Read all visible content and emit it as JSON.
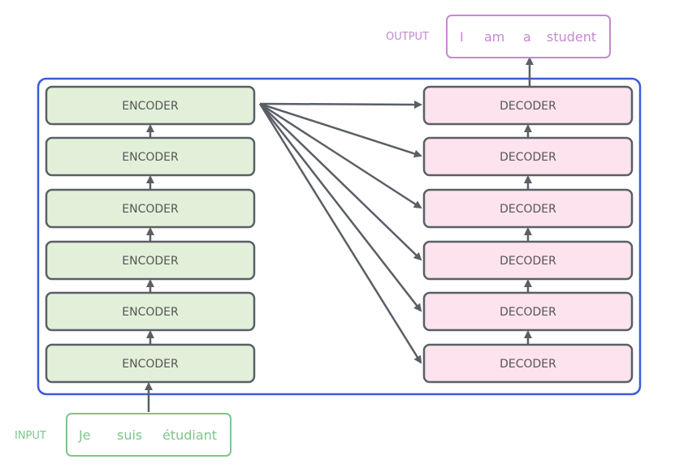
{
  "colors": {
    "frame": "#3b5bdb",
    "encoder_fill": "#e2f0da",
    "decoder_fill": "#fde3ee",
    "block_stroke": "#5a5f66",
    "arrow": "#5a5f66",
    "input": "#7cc68a",
    "output": "#c38ad0"
  },
  "encoders": [
    {
      "label": "ENCODER"
    },
    {
      "label": "ENCODER"
    },
    {
      "label": "ENCODER"
    },
    {
      "label": "ENCODER"
    },
    {
      "label": "ENCODER"
    },
    {
      "label": "ENCODER"
    }
  ],
  "decoders": [
    {
      "label": "DECODER"
    },
    {
      "label": "DECODER"
    },
    {
      "label": "DECODER"
    },
    {
      "label": "DECODER"
    },
    {
      "label": "DECODER"
    },
    {
      "label": "DECODER"
    }
  ],
  "input": {
    "label": "INPUT",
    "words": [
      "Je",
      "suis",
      "étudiant"
    ]
  },
  "output": {
    "label": "OUTPUT",
    "words": [
      "I",
      "am",
      "a",
      "student"
    ]
  }
}
